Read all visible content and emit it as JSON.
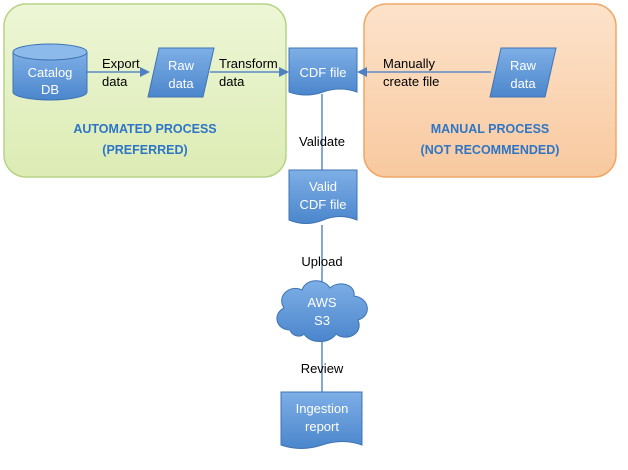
{
  "automated_panel": {
    "title_line1": "AUTOMATED PROCESS",
    "title_line2": "(PREFERRED)"
  },
  "manual_panel": {
    "title_line1": "MANUAL PROCESS",
    "title_line2": "(NOT RECOMMENDED)"
  },
  "nodes": {
    "catalog_db": {
      "line1": "Catalog",
      "line2": "DB"
    },
    "raw_data_auto": {
      "line1": "Raw",
      "line2": "data"
    },
    "cdf_file": {
      "line1": "CDF file"
    },
    "raw_data_manual": {
      "line1": "Raw",
      "line2": "data"
    },
    "valid_cdf_file": {
      "line1": "Valid",
      "line2": "CDF file"
    },
    "aws_s3": {
      "line1": "AWS",
      "line2": "S3"
    },
    "ingestion_report": {
      "line1": "Ingestion",
      "line2": "report"
    }
  },
  "edge_labels": {
    "export": {
      "line1": "Export",
      "line2": "data"
    },
    "transform": {
      "line1": "Transform",
      "line2": "data"
    },
    "manual": {
      "line1": "Manually",
      "line2": "create file"
    },
    "validate": "Validate",
    "upload": "Upload",
    "review": "Review"
  },
  "colors": {
    "automated_fill": "#e4f1c4",
    "automated_border": "#b8d68a",
    "manual_fill": "#fad7b8",
    "manual_border": "#f2a96a",
    "node_fill": "#5b93d3",
    "node_border": "#3e74b4",
    "panel_title": "#2e75c6",
    "arrow": "#5a8ac6"
  }
}
